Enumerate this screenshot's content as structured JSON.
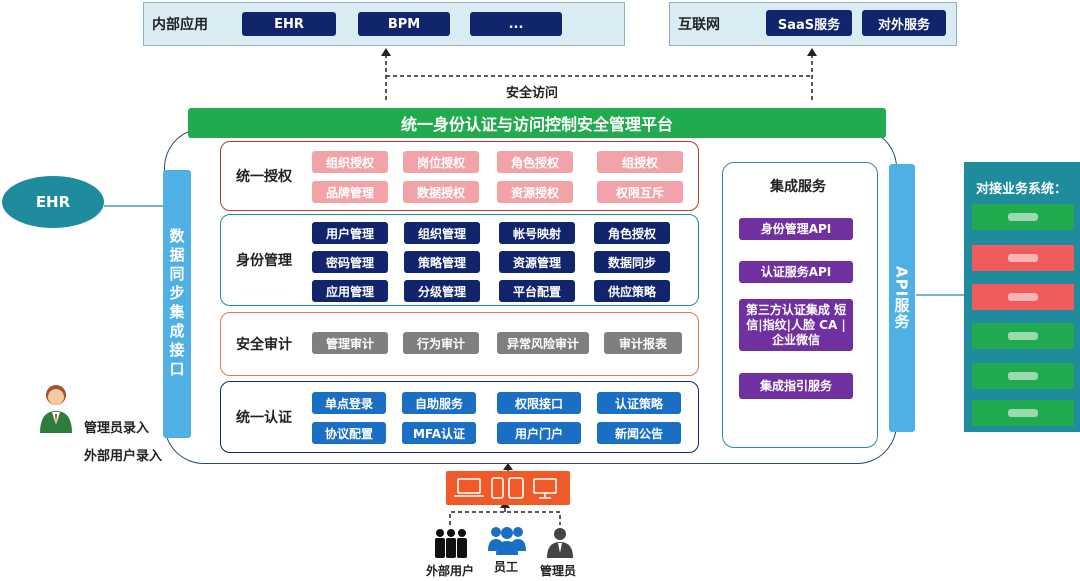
{
  "top": {
    "internal": {
      "label": "内部应用",
      "items": [
        "EHR",
        "BPM",
        "..."
      ]
    },
    "internet": {
      "label": "互联网",
      "items": [
        "SaaS服务",
        "对外服务"
      ]
    },
    "secure_access": "安全访问"
  },
  "platform_title": "统一身份认证与访问控制安全管理平台",
  "left": {
    "ehr": "EHR",
    "data_sync": "数据同步集成接口",
    "admin_entry": "管理员录入",
    "external_entry": "外部用户录入"
  },
  "sections": [
    {
      "title": "统一授权",
      "chips": [
        "组织授权",
        "岗位授权",
        "角色授权",
        "组授权",
        "品牌管理",
        "数据授权",
        "资源授权",
        "权限互斥"
      ]
    },
    {
      "title": "身份管理",
      "chips": [
        "用户管理",
        "组织管理",
        "帐号映射",
        "角色授权",
        "密码管理",
        "策略管理",
        "资源管理",
        "数据同步",
        "应用管理",
        "分级管理",
        "平台配置",
        "供应策略"
      ]
    },
    {
      "title": "安全审计",
      "chips": [
        "管理审计",
        "行为审计",
        "异常风险审计",
        "审计报表"
      ]
    },
    {
      "title": "统一认证",
      "chips": [
        "单点登录",
        "自助服务",
        "权限接口",
        "认证策略",
        "协议配置",
        "MFA认证",
        "用户门户",
        "新闻公告"
      ]
    }
  ],
  "integration": {
    "title": "集成服务",
    "items": [
      "身份管理API",
      "认证服务API",
      "第三方认证集成 短信|指纹|人脸 CA | 企业微信",
      "集成指引服务"
    ]
  },
  "api_service": "API服务",
  "right": {
    "title": "对接业务系统："
  },
  "users": [
    "外部用户",
    "员工",
    "管理员"
  ],
  "colors": {
    "navy": "#10256b",
    "green": "#22aa4e",
    "pink": "#f2a3a8",
    "purple": "#7030a0",
    "blue": "#4fb0e6",
    "orange": "#f05a28",
    "teal": "#1e8c9c"
  }
}
